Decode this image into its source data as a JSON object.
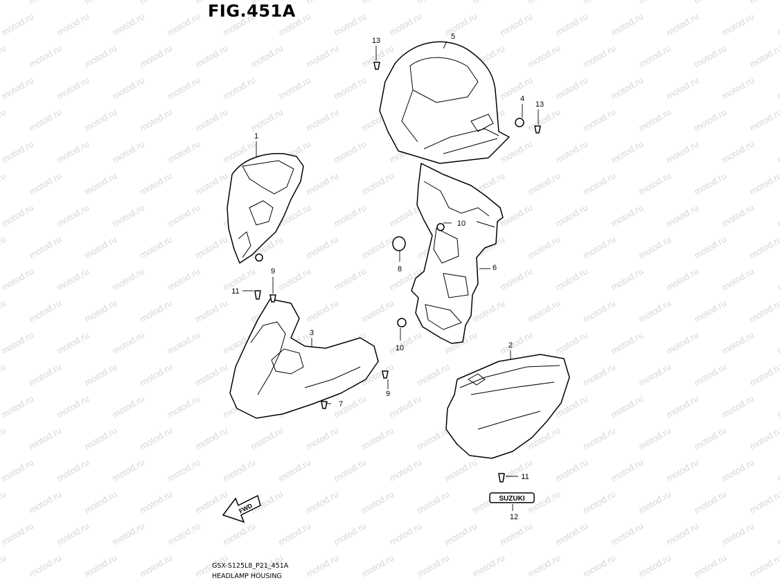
{
  "figure": {
    "title": "FIG.451A",
    "code": "GSX-S125L8_P21_451A",
    "caption": "HEADLAMP HOUSING",
    "watermark": "motod.ru"
  },
  "callouts": [
    "1",
    "2",
    "3",
    "4",
    "5",
    "6",
    "7",
    "8",
    "9",
    "9",
    "10",
    "10",
    "11",
    "11",
    "12",
    "13",
    "13"
  ],
  "emblem_text": "SUZUKI",
  "fwd_text": "FWD",
  "colors": {
    "line": "#000000",
    "watermark": "#d6d6d6",
    "background": "#ffffff"
  }
}
